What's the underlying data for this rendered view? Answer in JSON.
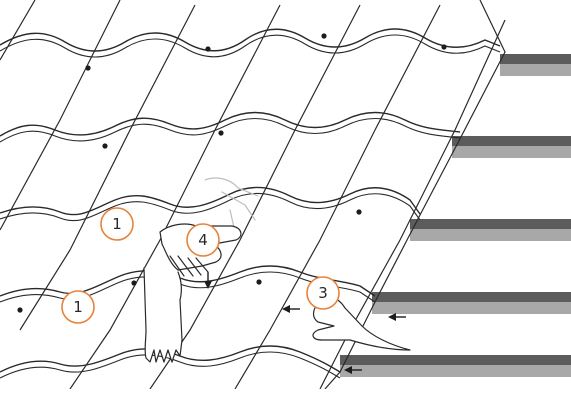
{
  "figure": {
    "callouts": [
      {
        "id": "callout-1a",
        "label": "1"
      },
      {
        "id": "callout-1b",
        "label": "1"
      },
      {
        "id": "callout-3",
        "label": "3"
      },
      {
        "id": "callout-4",
        "label": "4"
      }
    ],
    "colors": {
      "callout_stroke": "#e8823a",
      "line": "#2a2a2a",
      "batten_dark": "#5c5c5c",
      "batten_light": "#a8a8a8"
    },
    "icons": [
      "roof-tile",
      "nail",
      "batten",
      "hand",
      "arrow-left",
      "arrow-down"
    ]
  }
}
